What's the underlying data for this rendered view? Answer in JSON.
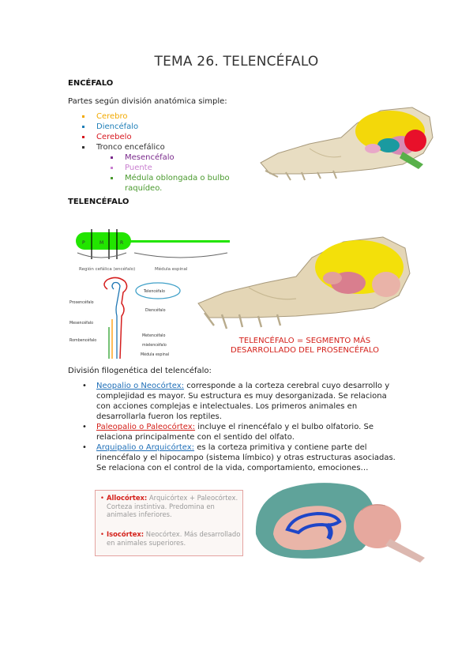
{
  "title": "TEMA 26. TELENCÉFALO",
  "section1": {
    "heading": "ENCÉFALO",
    "intro": "Partes según división anatómica simple:",
    "parts": [
      {
        "label": "Cerebro",
        "color": "#f2a900"
      },
      {
        "label": "Diencéfalo",
        "color": "#1f7fb8"
      },
      {
        "label": "Cerebelo",
        "color": "#d7171f"
      },
      {
        "label": "Tronco encefálico",
        "color": "#333333"
      }
    ],
    "subparts": [
      {
        "label": "Mesencéfalo",
        "color": "#7a2a8c"
      },
      {
        "label": "Puente",
        "color": "#c97fd0"
      },
      {
        "label": "Médula oblongada o bulbo raquídeo.",
        "color": "#4a9a2e"
      }
    ]
  },
  "section2": {
    "heading": "TELENCÉFALO",
    "diagram": {
      "segments": [
        "P",
        "M",
        "R"
      ],
      "region_label": "Región cefálica (encéfalo)",
      "spinal_label": "Médula espinal",
      "left_labels": [
        "Prosencéfalo",
        "Mesencéfalo",
        "Rombencéfalo"
      ],
      "right_labels": [
        "Telencéfalo",
        "Diencéfalo",
        "Metencéfalo",
        "mielencéfalo",
        "Médula espinal"
      ]
    },
    "callout": "TELENCÉFALO = SEGMENTO MÁS DESARROLLADO DEL PROSENCÉFALO",
    "callout_color": "#d4201a"
  },
  "section3": {
    "intro": "División filogenética del telencéfalo:",
    "items": [
      {
        "term": "Neopalio o Neocórtex:",
        "term_color": "#1f6fb8",
        "text": " corresponde a la corteza cerebral cuyo desarrollo y complejidad es mayor. Su estructura es muy desorganizada. Se relaciona con acciones complejas e intelectuales. Los primeros animales en desarrollarla fueron los reptiles."
      },
      {
        "term": "Paleopalio o Paleocórtex:",
        "term_color": "#d4201a",
        "text": " incluye el rinencéfalo y el bulbo olfatorio. Se relaciona principalmente con el sentido del olfato."
      },
      {
        "term": "Arquipalio o Arquicórtex:",
        "term_color": "#1f6fb8",
        "text": " es la corteza primitiva y contiene parte del rinencéfalo y el hipocampo (sistema límbico) y otras estructuras asociadas. Se relaciona con el control de la vida, comportamiento, emociones…"
      }
    ],
    "box": {
      "allo_term": "Allocórtex:",
      "allo_text": " Arquicórtex + Paleocórtex. Corteza instintiva. Predomina en animales inferiores.",
      "iso_term": "Isocórtex:",
      "iso_text": " Neocórtex. Más desarrollado en animales superiores."
    }
  }
}
